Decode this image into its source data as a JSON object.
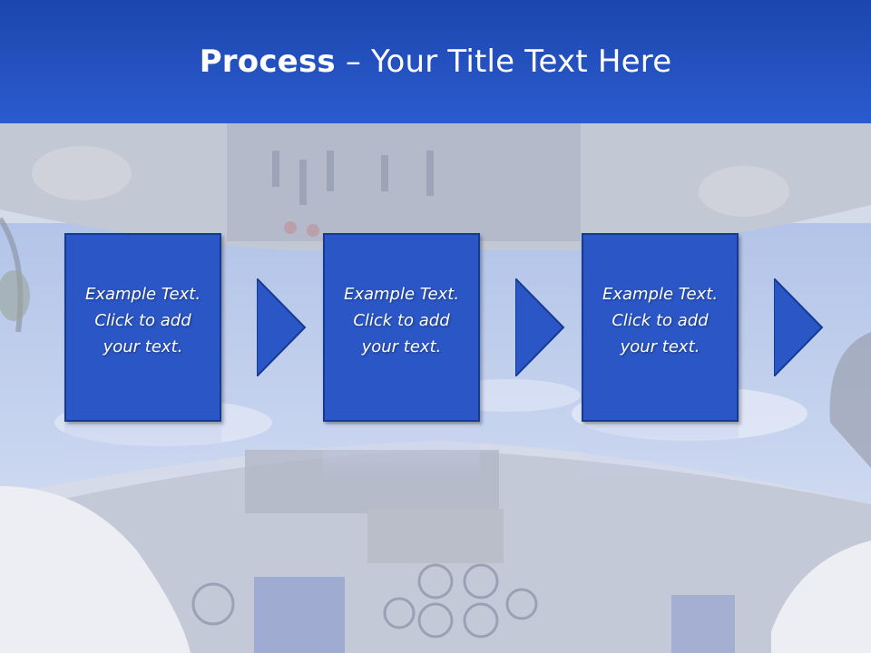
{
  "slide": {
    "title_bold": "Process",
    "title_rest": " – Your Title Text Here"
  },
  "colors": {
    "title_bar": "#2a5bcf",
    "box_fill": "#2a56c6",
    "box_border": "#143a94"
  },
  "process": {
    "steps": [
      {
        "line1": "Example Text.",
        "line2": "Click  to add",
        "line3": "your text."
      },
      {
        "line1": "Example Text.",
        "line2": "Click  to add",
        "line3": "your text."
      },
      {
        "line1": "Example Text.",
        "line2": "Click  to add",
        "line3": "your text."
      }
    ]
  }
}
